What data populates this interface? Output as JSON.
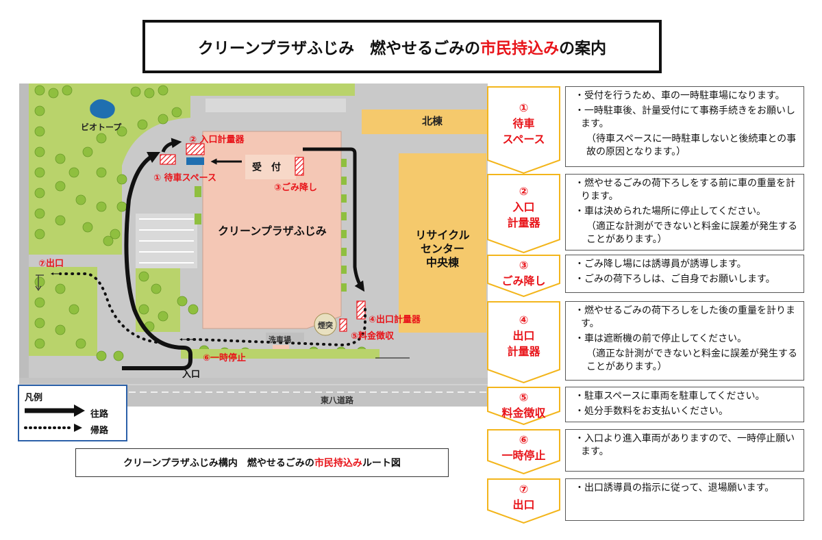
{
  "title": {
    "prefix": "クリーンプラザふじみ　燃やせるごみの",
    "highlight": "市民持込み",
    "suffix": "の案内"
  },
  "map": {
    "biotope": "ビオトープ",
    "north_building": "北棟",
    "reception": "受　付",
    "main_building": "クリーンプラザふじみ",
    "recycle_center": [
      "リサイクル",
      "センター",
      "中央棟"
    ],
    "east_road": "東八道路",
    "wash_area": "洗車場",
    "chimney": "煙突",
    "entrance": "入口",
    "points": {
      "p1": "① 待車スペース",
      "p2": "② 入口計量器",
      "p3": "③ごみ降し",
      "p4": "④出口計量器",
      "p5": "⑤料金徴収",
      "p6": "⑥一時停止",
      "p7": "⑦出口"
    }
  },
  "legend": {
    "title": "凡例",
    "outbound": "往路",
    "return": "帰路"
  },
  "caption": {
    "prefix": "クリーンプラザふじみ構内　燃やせるごみの",
    "highlight": "市民持込み",
    "suffix": "ルート図"
  },
  "steps": [
    {
      "num": "①",
      "label": [
        "待車",
        "スペース"
      ],
      "desc": [
        {
          "t": "・受付を行うため、車の一時駐車場になります。"
        },
        {
          "t": "・一時駐車後、計量受付にて事務手続きをお願いします。"
        },
        {
          "t": "（待車スペースに一時駐車しないと後続車との事故の原因となります。）",
          "sub": true
        }
      ]
    },
    {
      "num": "②",
      "label": [
        "入口",
        "計量器"
      ],
      "desc": [
        {
          "t": "・燃やせるごみの荷下ろしをする前に車の重量を計ります。"
        },
        {
          "t": "・車は決められた場所に停止してください。"
        },
        {
          "t": "（適正な計測ができないと料金に誤差が発生することがあります。）",
          "sub": true
        }
      ]
    },
    {
      "num": "③",
      "label": [
        "ごみ降し"
      ],
      "desc": [
        {
          "t": "・ごみ降し場には誘導員が誘導します。"
        },
        {
          "t": "・ごみの荷下ろしは、ご自身でお願いします。"
        }
      ]
    },
    {
      "num": "④",
      "label": [
        "出口",
        "計量器"
      ],
      "desc": [
        {
          "t": "・燃やせるごみの荷下ろしをした後の重量を計ります。"
        },
        {
          "t": "・車は遮断機の前で停止してください。"
        },
        {
          "t": "（適正な計測ができないと料金に誤差が発生することがあります。）",
          "sub": true
        }
      ]
    },
    {
      "num": "⑤",
      "label": [
        "料金徴収"
      ],
      "desc": [
        {
          "t": "・駐車スペースに車両を駐車してください。"
        },
        {
          "t": "・処分手数料をお支払いください。"
        }
      ]
    },
    {
      "num": "⑥",
      "label": [
        "一時停止"
      ],
      "desc": [
        {
          "t": "・入口より進入車両がありますので、一時停止願います。"
        }
      ]
    },
    {
      "num": "⑦",
      "label": [
        "出口"
      ],
      "desc": [
        {
          "t": "・出口誘導員の指示に従って、退場願います。"
        }
      ]
    }
  ],
  "colors": {
    "accent_red": "#e8141a",
    "step_border": "#f3b51b",
    "grass": "#b9d36b",
    "tree": "#8fbf3f",
    "building": "#f4c7b5",
    "north_building": "#f5c96c",
    "road": "#c8c8c8"
  }
}
